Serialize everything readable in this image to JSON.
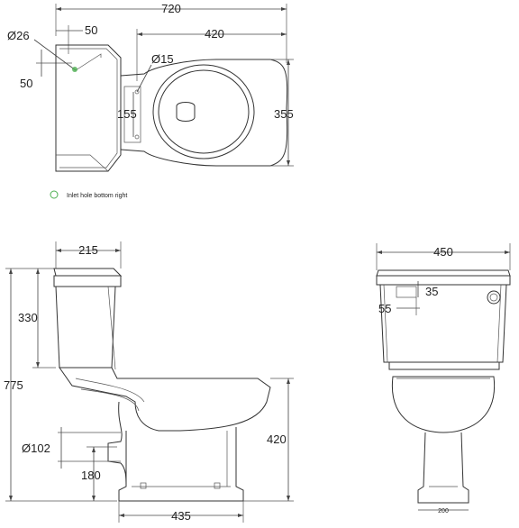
{
  "top_view": {
    "overall_width": "720",
    "inlet_diameter": "Ø26",
    "inlet_offset_x": "50",
    "inlet_offset_y": "50",
    "pan_width": "420",
    "fixing_hole_diameter": "Ø15",
    "fixing_hole_spacing": "155",
    "pan_depth": "355",
    "legend_text": "Inlet hole bottom right",
    "legend_color": "#4caf50"
  },
  "side_view": {
    "cistern_depth": "215",
    "cistern_height": "330",
    "overall_height": "775",
    "outlet_diameter": "Ø102",
    "outlet_height": "180",
    "pan_height": "420",
    "base_depth": "435"
  },
  "front_view": {
    "overall_width": "450",
    "button_offset_y": "35",
    "button_offset_x": "55",
    "base_width": "200"
  }
}
